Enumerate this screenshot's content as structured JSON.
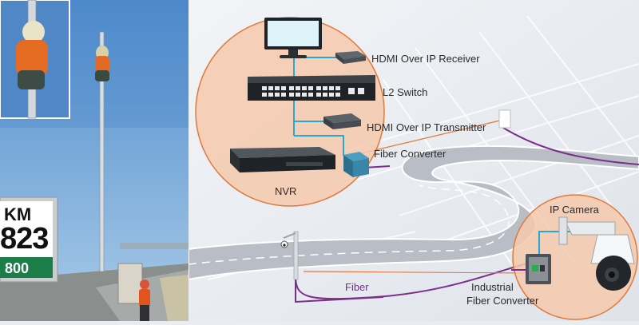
{
  "photo": {
    "sign_km": "KM",
    "sign_number": "823",
    "sign_bottom": "800"
  },
  "labels": {
    "hdmi_receiver": "HDMI Over IP Receiver",
    "l2_switch": "L2 Switch",
    "hdmi_transmitter": "HDMI Over IP Transmitter",
    "fiber_converter": "Fiber Converter",
    "nvr": "NVR",
    "ip_camera": "IP Camera",
    "industrial_fiber_converter_line1": "Industrial",
    "industrial_fiber_converter_line2": "Fiber Converter",
    "fiber": "Fiber"
  },
  "colors": {
    "circle_fill": "#f6c9ad",
    "circle_stroke": "#e07a3c",
    "ethernet_cable": "#2aa7cf",
    "fiber_cable": "#7a2f8a",
    "sky": "#6aa2d6",
    "road": "#b9bec6"
  }
}
